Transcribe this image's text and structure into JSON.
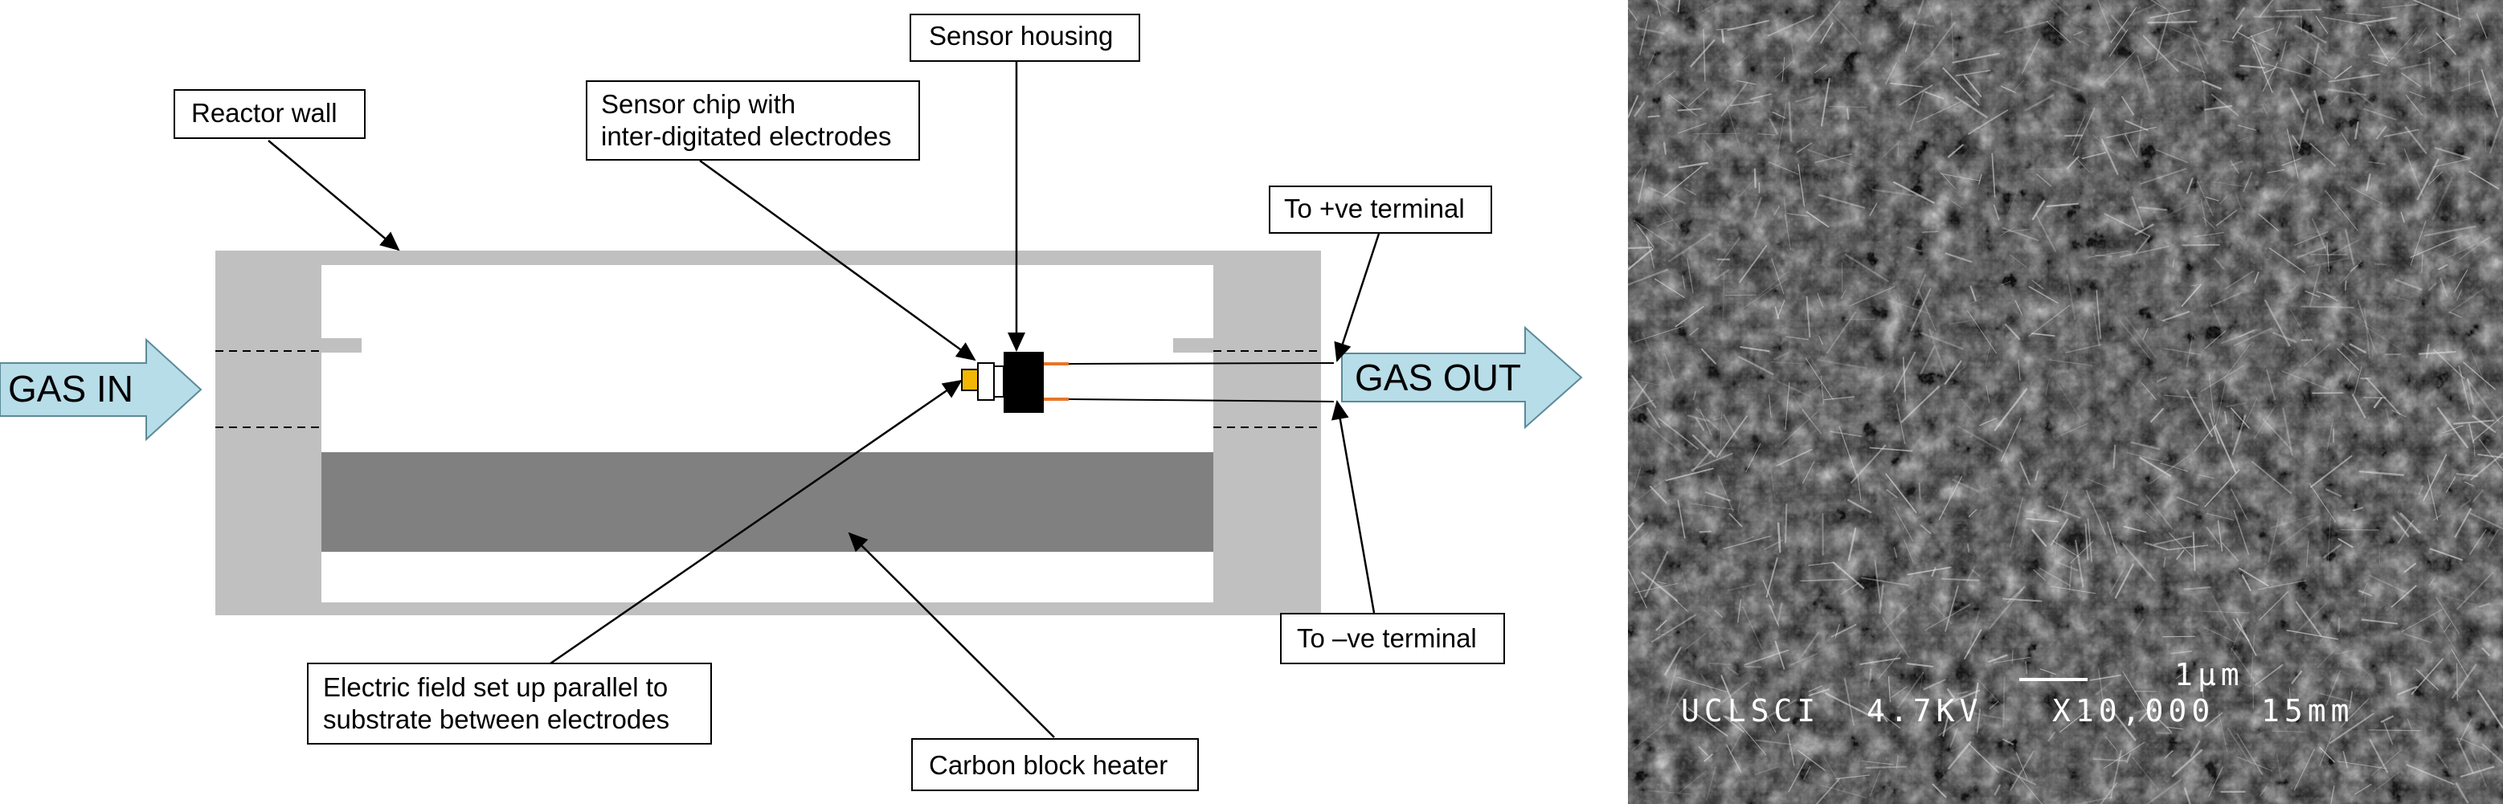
{
  "diagram": {
    "gas_in": "GAS IN",
    "gas_out": "GAS OUT",
    "labels": {
      "sensor_housing": "Sensor housing",
      "reactor_wall": "Reactor wall",
      "sensor_chip_line1": "Sensor chip with",
      "sensor_chip_line2": "inter-digitated electrodes",
      "pos_terminal": "To +ve terminal",
      "neg_terminal": "To –ve terminal",
      "efield_line1": "Electric field set up parallel to",
      "efield_line2": "substrate between electrodes",
      "heater": "Carbon block heater"
    },
    "colors": {
      "wall": "#c0c0c0",
      "heater": "#808080",
      "gas_arrow": "#b7dde8",
      "chip": "#f2b705",
      "wire": "#e5762b",
      "housing": "#000000"
    }
  },
  "micrograph": {
    "scale_label": "1μm",
    "caption": "UCLSCI  4.7KV   X10,000  15mm"
  }
}
